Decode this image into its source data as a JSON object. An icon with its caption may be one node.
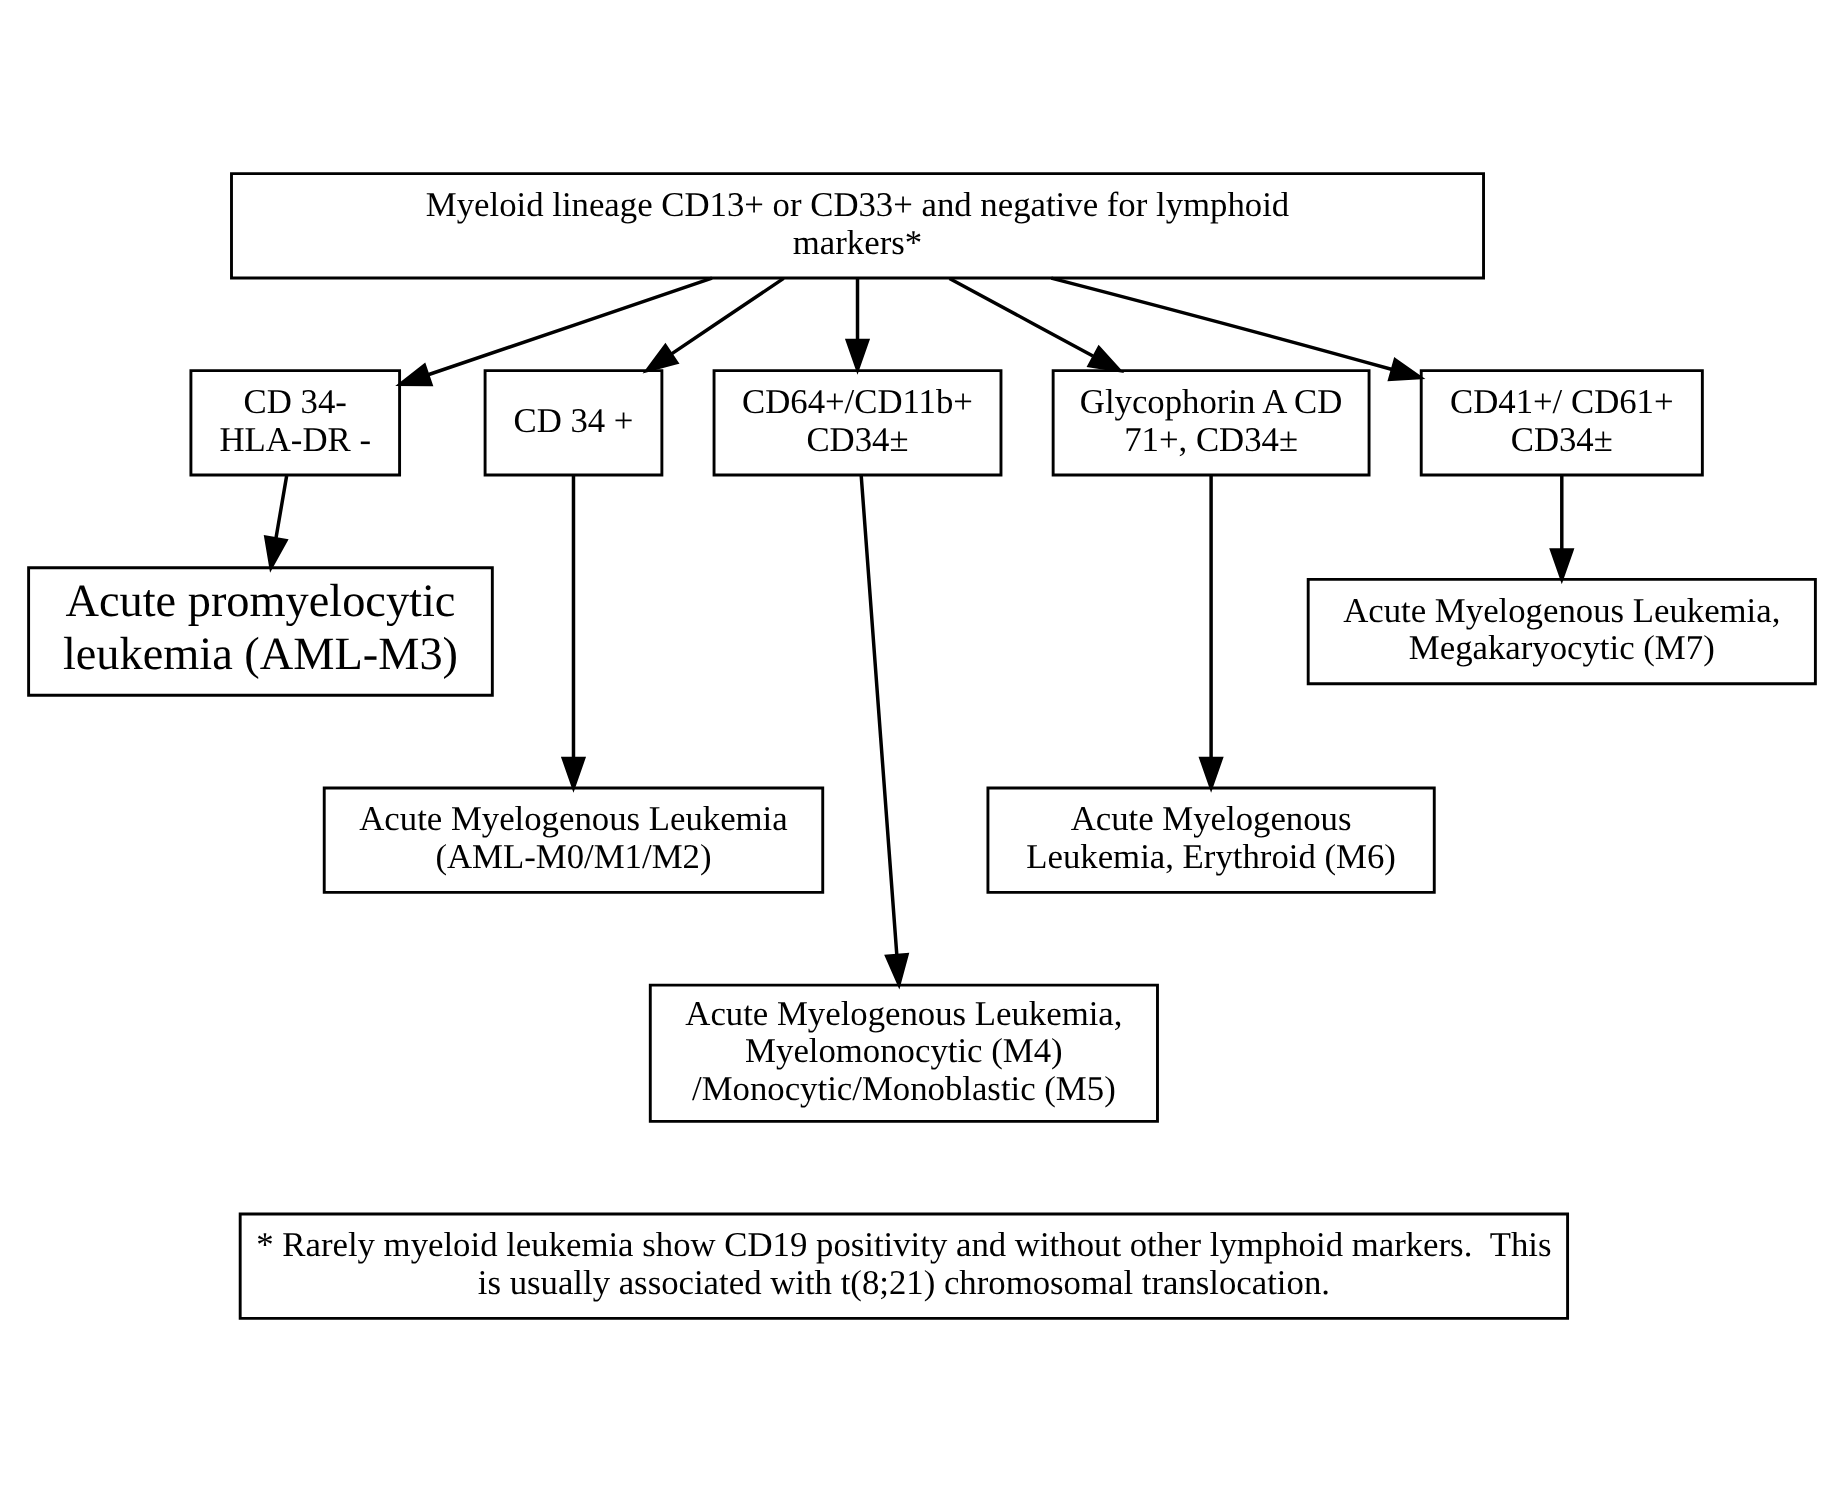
{
  "diagram": {
    "nodes": [
      {
        "text": [
          "Myeloid lineage CD13+ or CD33+ and negative for lymphoid markers*"
        ]
      },
      {
        "text": [
          "CD 34- HLA-DR -"
        ]
      },
      {
        "text": [
          "CD 34 +"
        ]
      },
      {
        "text": [
          "CD64+/CD11b+ CD34±"
        ]
      },
      {
        "text": [
          "Glycophorin A CD 71+, CD34±"
        ]
      },
      {
        "text": [
          "CD41+/ CD61+ CD34±"
        ]
      },
      {
        "text": [
          "Acute promyelocytic leukemia (AML-M3)"
        ]
      },
      {
        "text": [
          "Acute Myelogenous Leukemia (AML-M0/M1/M2)"
        ]
      },
      {
        "text": [
          "Acute Myelogenous Leukemia, Erythroid (M6)"
        ]
      },
      {
        "text": [
          "Acute Myelogenous Leukemia, Megakaryocytic (M7)"
        ]
      },
      {
        "text": [
          "Acute Myelogenous Leukemia, Myelomonocytic (M4) /Monocytic/Monoblastic (M5)"
        ]
      },
      {
        "text": [
          "* Rarely myeloid leukemia show CD19 positivity and without other lymphoid markers.  This is usually associated with t(8;21) chromosomal translocation."
        ]
      }
    ],
    "edges": [
      {
        "from": 0,
        "to": 1,
        "arrow": "to"
      },
      {
        "from": 0,
        "to": 2,
        "arrow": "to"
      },
      {
        "from": 0,
        "to": 3,
        "arrow": "to"
      },
      {
        "from": 0,
        "to": 4,
        "arrow": "to"
      },
      {
        "from": 0,
        "to": 5,
        "arrow": "to"
      },
      {
        "from": 1,
        "to": 6,
        "arrow": "to"
      },
      {
        "from": 2,
        "to": 7,
        "arrow": "to"
      },
      {
        "from": 3,
        "to": 10,
        "arrow": "to"
      },
      {
        "from": 4,
        "to": 8,
        "arrow": "to"
      },
      {
        "from": 5,
        "to": 9,
        "arrow": "to"
      }
    ]
  }
}
